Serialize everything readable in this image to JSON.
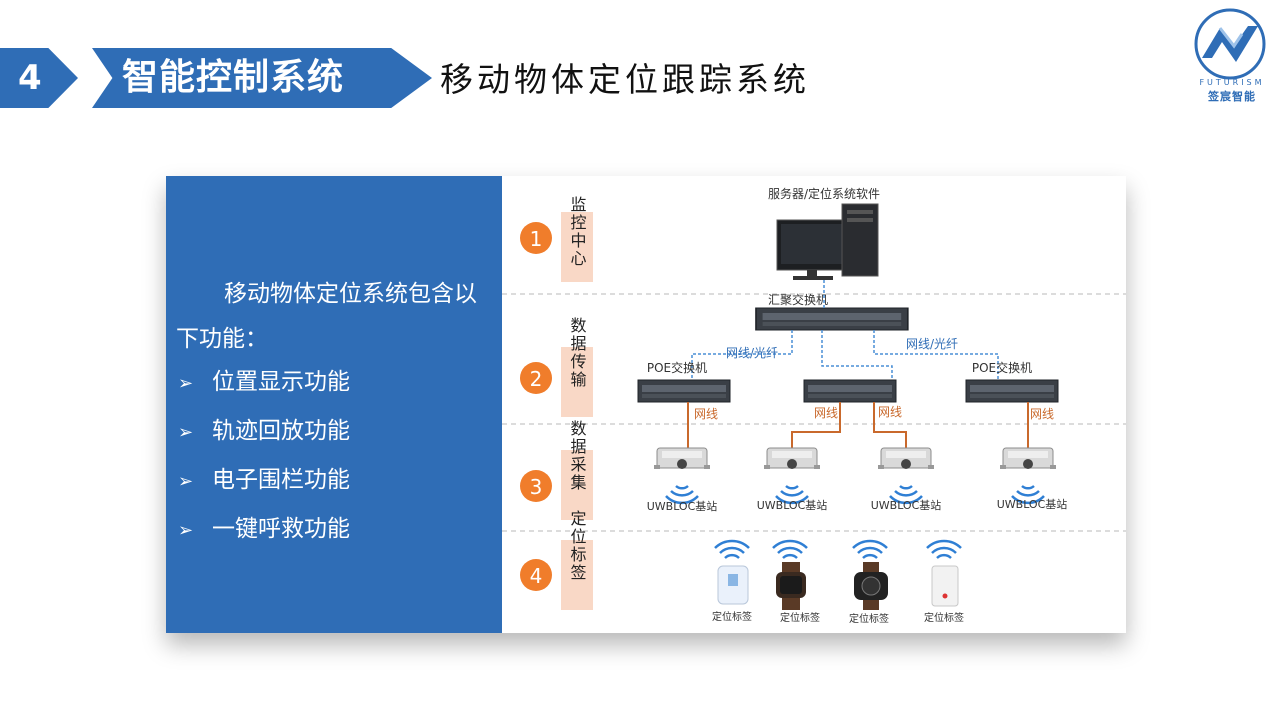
{
  "header": {
    "section_number": "4",
    "section_title": "智能控制系统",
    "subtitle": "移动物体定位跟踪系统"
  },
  "logo": {
    "word": "FUTURISM",
    "cn": "签宸智能",
    "icon": "futurism-logo-icon"
  },
  "panel": {
    "intro": "移动物体定位系统包含以下功能：",
    "features": [
      "位置显示功能",
      "轨迹回放功能",
      "电子围栏功能",
      "一键呼救功能"
    ],
    "bullet_icon": "arrow-bullet-icon"
  },
  "diagram": {
    "layers": [
      {
        "num": "1",
        "label": "监控中心"
      },
      {
        "num": "2",
        "label": "数据传输"
      },
      {
        "num": "3",
        "label": "数据采集"
      },
      {
        "num": "4",
        "label": "定位标签"
      }
    ],
    "server_label": "服务器/定位系统软件",
    "agg_switch_label": "汇聚交换机",
    "poe_left_label": "POE交换机",
    "poe_right_label": "POE交换机",
    "link_fiber_left": "网线/光纤",
    "link_fiber_right": "网线/光纤",
    "link_cable": [
      "网线",
      "网线",
      "网线",
      "网线"
    ],
    "base_stations": [
      "UWBLOC基站",
      "UWBLOC基站",
      "UWBLOC基站",
      "UWBLOC基站"
    ],
    "tags": [
      "定位标签",
      "定位标签",
      "定位标签",
      "定位标签"
    ],
    "colors": {
      "badge": "#f07d2b",
      "label_bg": "#f9d8c6",
      "fiber": "#4a8fd6",
      "cable": "#c9692c",
      "divider": "#b9b9b9",
      "wifi": "#2f7fd4"
    }
  }
}
